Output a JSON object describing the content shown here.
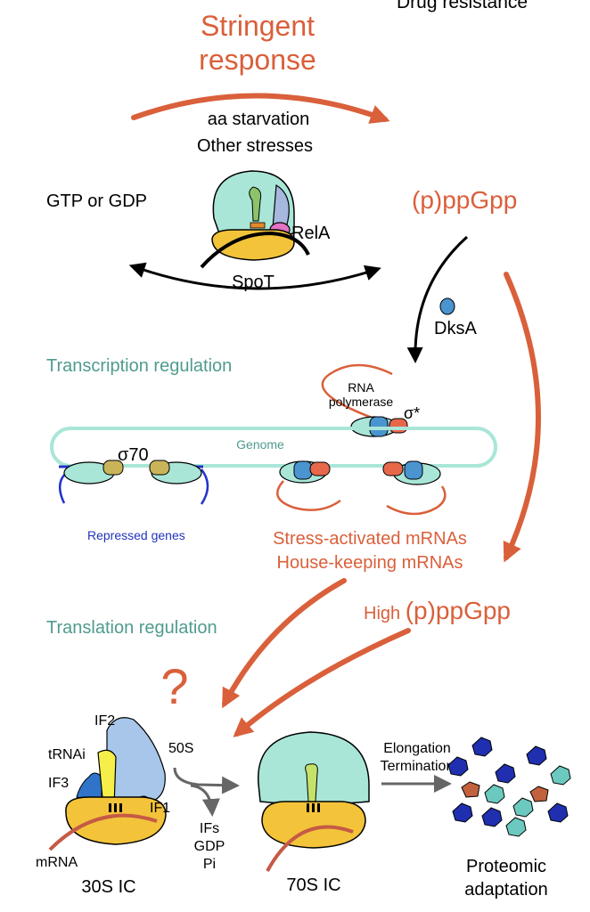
{
  "header": {
    "top_right": "Drug resistance",
    "title_line1": "Stringent",
    "title_line2": "response"
  },
  "stress": {
    "line1": "aa starvation",
    "line2": "Other stresses"
  },
  "left_label": "GTP or GDP",
  "right_label": "(p)ppGpp",
  "enzymes": {
    "rela": "RelA",
    "spot": "SpoT",
    "dksa": "DksA"
  },
  "transcription": {
    "title": "Transcription regulation",
    "rnap_line1": "RNA",
    "rnap_line2": "polymerase",
    "sigma_star": "σ*",
    "genome": "Genome",
    "sigma70": "σ70",
    "repressed": "Repressed genes",
    "stress_mrnas": "Stress-activated mRNAs",
    "housekeeping_mrnas": "House-keeping mRNAs"
  },
  "translation": {
    "title": "Translation regulation",
    "high_prefix": "High ",
    "high_ppgpp": "(p)ppGpp",
    "question": "?",
    "if2": "IF2",
    "trnai": "tRNAi",
    "if3": "IF3",
    "if1": "IF1",
    "mrna": "mRNA",
    "ic30": "30S IC",
    "s50": "50S",
    "ifs": "IFs",
    "gdp": "GDP",
    "pi": "Pi",
    "ic70": "70S IC",
    "elongation": "Elongation",
    "termination": "Termination",
    "proteomic1": "Proteomic",
    "proteomic2": "adaptation"
  },
  "colors": {
    "accent_orange": "#d9603b",
    "teal_text": "#4f9b8f",
    "blue_text": "#2233bb",
    "ribosome_teal": "#a9e6d8",
    "ribosome_yellow": "#f3c33a"
  }
}
